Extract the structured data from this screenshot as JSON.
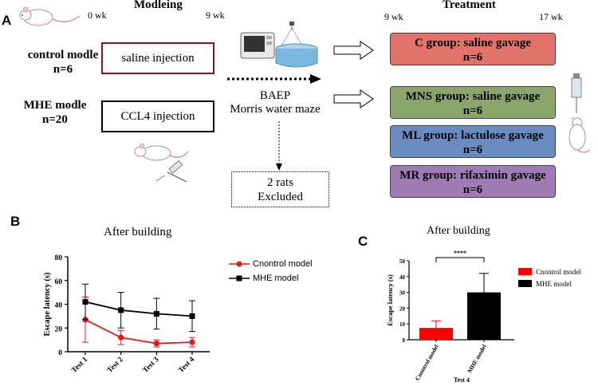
{
  "panel_a": {
    "letter": "A",
    "modeling_title": "Modleing",
    "treatment_title": "Treatment",
    "wk_0": "0 wk",
    "wk_9_left": "9 wk",
    "wk_9_right": "9 wk",
    "wk_17": "17 wk",
    "control_label_1": "control modle",
    "control_label_2": "n=6",
    "mhe_label_1": "MHE  modle",
    "mhe_label_2": "n=20",
    "saline_injection": "saline injection",
    "ccl4_injection": "CCL4 injection",
    "test_line_1": "BAEP",
    "test_line_2": "Morris water maze",
    "excluded_line_1": "2 rats",
    "excluded_line_2": "Excluded",
    "groups": [
      {
        "line1": "C group: saline gavage",
        "line2": "n=6",
        "color": "#e1736b"
      },
      {
        "line1": "MNS group: saline gavage",
        "line2": "n=6",
        "color": "#8aa66a"
      },
      {
        "line1": "ML group: lactulose gavage",
        "line2": "n=6",
        "color": "#6b8cc1"
      },
      {
        "line1": "MR group: rifaximin gavage",
        "line2": "n=6",
        "color": "#a07cb5"
      }
    ],
    "colors": {
      "saline_box_border": "#7a1f1f",
      "ccl4_box_border": "#000000"
    }
  },
  "chart_data": [
    {
      "panel": "B",
      "type": "line",
      "title": "After building",
      "xlabel": "",
      "ylabel": "Escape latency (s)",
      "categories": [
        "Test 1",
        "Test 2",
        "Test 3",
        "Test 4"
      ],
      "ylim": [
        0,
        80
      ],
      "yticks": [
        "0",
        "20",
        "40",
        "60",
        "80"
      ],
      "series": [
        {
          "name": "Cnontrol model",
          "color": "#e31a1c",
          "marker": "circle",
          "values": [
            27,
            12,
            7,
            8
          ],
          "errors": [
            19,
            6,
            3,
            4
          ]
        },
        {
          "name": "MHE model",
          "color": "#000000",
          "marker": "square",
          "values": [
            42,
            35,
            32,
            30
          ],
          "errors": [
            15,
            15,
            13,
            13
          ]
        }
      ],
      "legend": "right"
    },
    {
      "panel": "C",
      "type": "bar",
      "title": "After building",
      "xlabel": "Test 4",
      "ylabel": "Escape latency (s)",
      "categories": [
        "Cnontrol model",
        "MHE model"
      ],
      "ylim": [
        0,
        50
      ],
      "yticks": [
        "0",
        "10",
        "20",
        "30",
        "40",
        "50"
      ],
      "values": [
        7.5,
        30
      ],
      "errors": [
        4.5,
        12
      ],
      "colors": [
        "#ff0000",
        "#000000"
      ],
      "significance": "****",
      "legend": "right"
    }
  ]
}
